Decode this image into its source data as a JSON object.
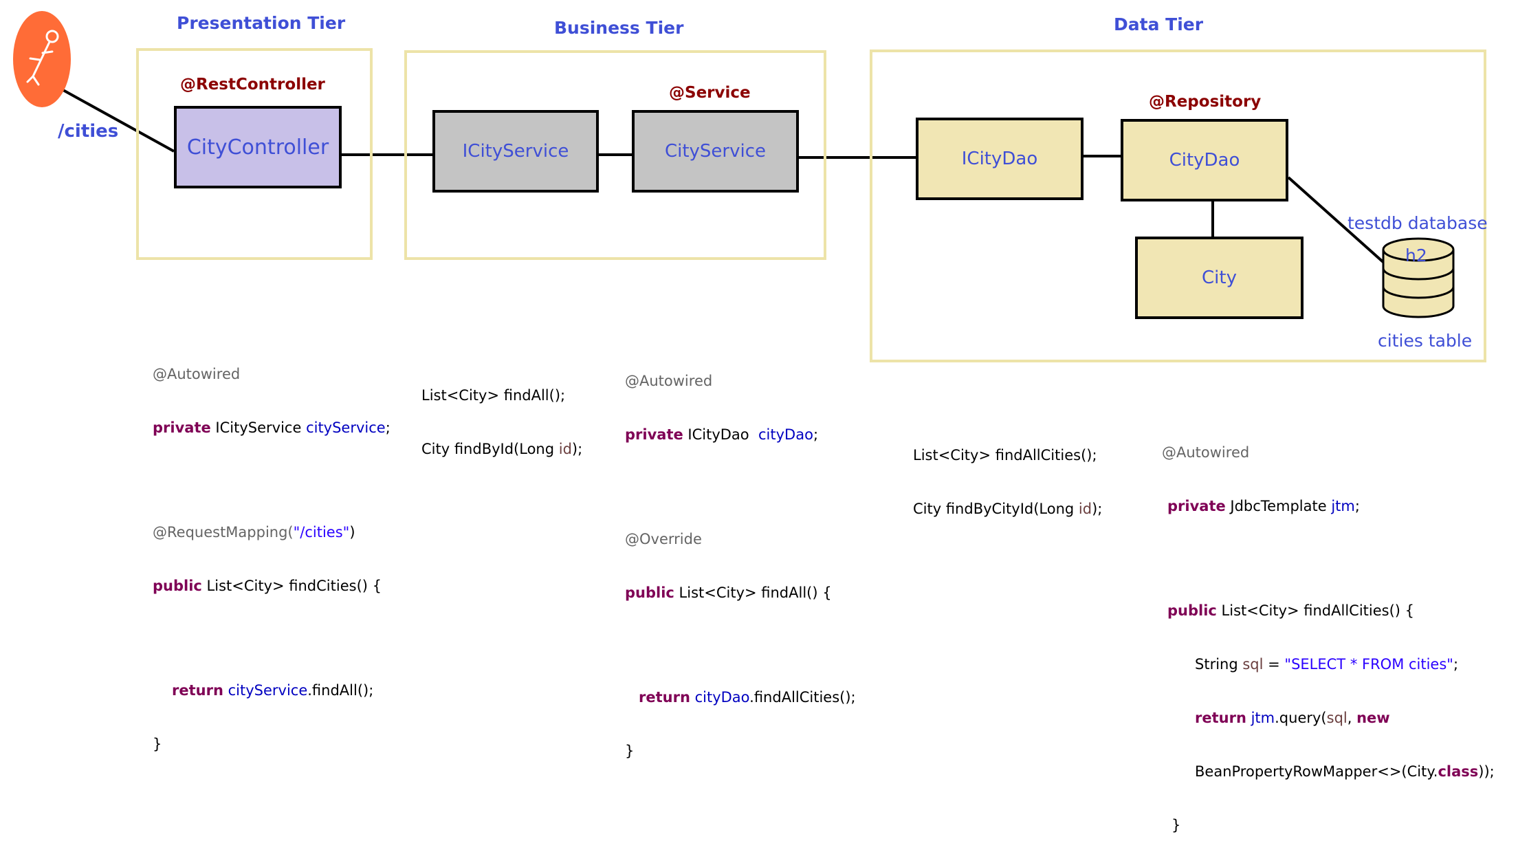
{
  "tiers": {
    "presentation": "Presentation Tier",
    "business": "Business Tier",
    "data": "Data Tier"
  },
  "annotations": {
    "rest_controller": "@RestController",
    "service": "@Service",
    "repository": "@Repository"
  },
  "client": {
    "endpoint": "/cities",
    "icon": "postman-astronaut-icon",
    "color": "#ff6c37"
  },
  "nodes": {
    "city_controller": "CityController",
    "icity_service": "ICityService",
    "city_service": "CityService",
    "icity_dao": "ICityDao",
    "city_dao": "CityDao",
    "city": "City"
  },
  "database": {
    "name": "testdb database",
    "engine": "h2",
    "table": "cities table"
  },
  "code": {
    "controller": {
      "l1": "@Autowired",
      "l2_kw": "private",
      "l2_type": " ICityService ",
      "l2_fld": "cityService",
      "l2_end": ";",
      "l3": "@RequestMapping(",
      "l3_str": "\"/cities\"",
      "l3_end": ")",
      "l4_kw": "public",
      "l4_rest": " List<City> findCities() {",
      "l5_kw": "return",
      "l5_fld": "cityService",
      "l5_end": ".findAll();",
      "l6": "}"
    },
    "icity_service": {
      "l1": "List<City> findAll();",
      "l2": "City findById(Long ",
      "l2_var": "id",
      "l2_end": ");"
    },
    "city_service": {
      "l1": "@Autowired",
      "l2_kw": "private",
      "l2_type": " ICityDao  ",
      "l2_fld": "cityDao",
      "l2_end": ";",
      "l3": "@Override",
      "l4_kw": "public",
      "l4_rest": " List<City> findAll() {",
      "l5_kw": "return",
      "l5_fld": "cityDao",
      "l5_end": ".findAllCities();",
      "l6": "}"
    },
    "icity_dao": {
      "l1": "List<City> findAllCities();",
      "l2": "City findByCityId(Long ",
      "l2_var": "id",
      "l2_end": ");"
    },
    "city_dao": {
      "l1": "@Autowired",
      "l2_kw": "private",
      "l2_type": " JdbcTemplate ",
      "l2_fld": "jtm",
      "l2_end": ";",
      "l3_kw": "public",
      "l3_rest": " List<City> findAllCities() {",
      "l4_a": "String ",
      "l4_var": "sql",
      "l4_b": " = ",
      "l4_str": "\"SELECT * FROM cities\"",
      "l4_end": ";",
      "l5_kw": "return",
      "l5_fld": "jtm",
      "l5_a": ".query(",
      "l5_var": "sql",
      "l5_b": ", ",
      "l5_kw2": "new",
      "l6_a": "BeanPropertyRowMapper<>(City.",
      "l6_kw": "class",
      "l6_end": "));",
      "l7": "}"
    }
  }
}
